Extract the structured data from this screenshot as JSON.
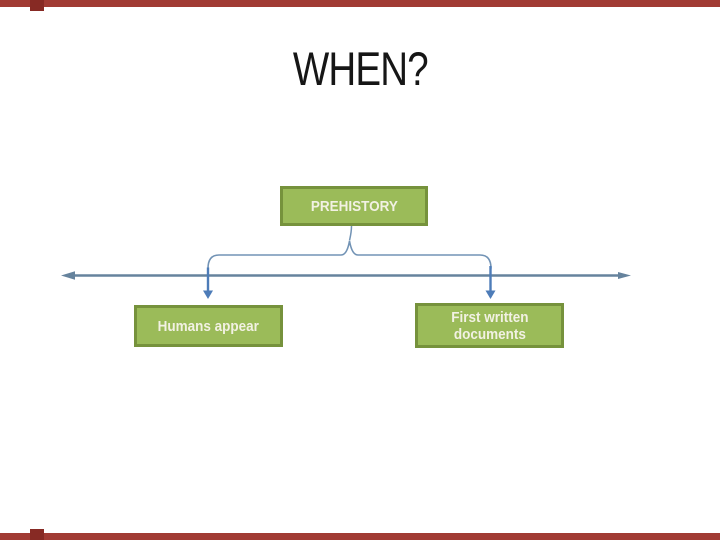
{
  "slide": {
    "title": "WHEN?",
    "background": "#FFFFFF",
    "decor": {
      "edge_bar_color": "#A13B34",
      "edge_accent_square_color": "#872A24"
    }
  },
  "diagram": {
    "prehistory_box": {
      "label": "PREHISTORY"
    },
    "humans_box": {
      "label": "Humans appear"
    },
    "documents_box": {
      "lines": [
        "First written",
        "documents"
      ]
    },
    "colors": {
      "box_fill": "#9BBB59",
      "box_border": "#76923C",
      "box_text": "#F2F1E3",
      "timeline_line": "#66839D",
      "curly_brace": "#7293B5",
      "connector_arrow": "#4D7CB8",
      "title_text": "#161616"
    }
  }
}
